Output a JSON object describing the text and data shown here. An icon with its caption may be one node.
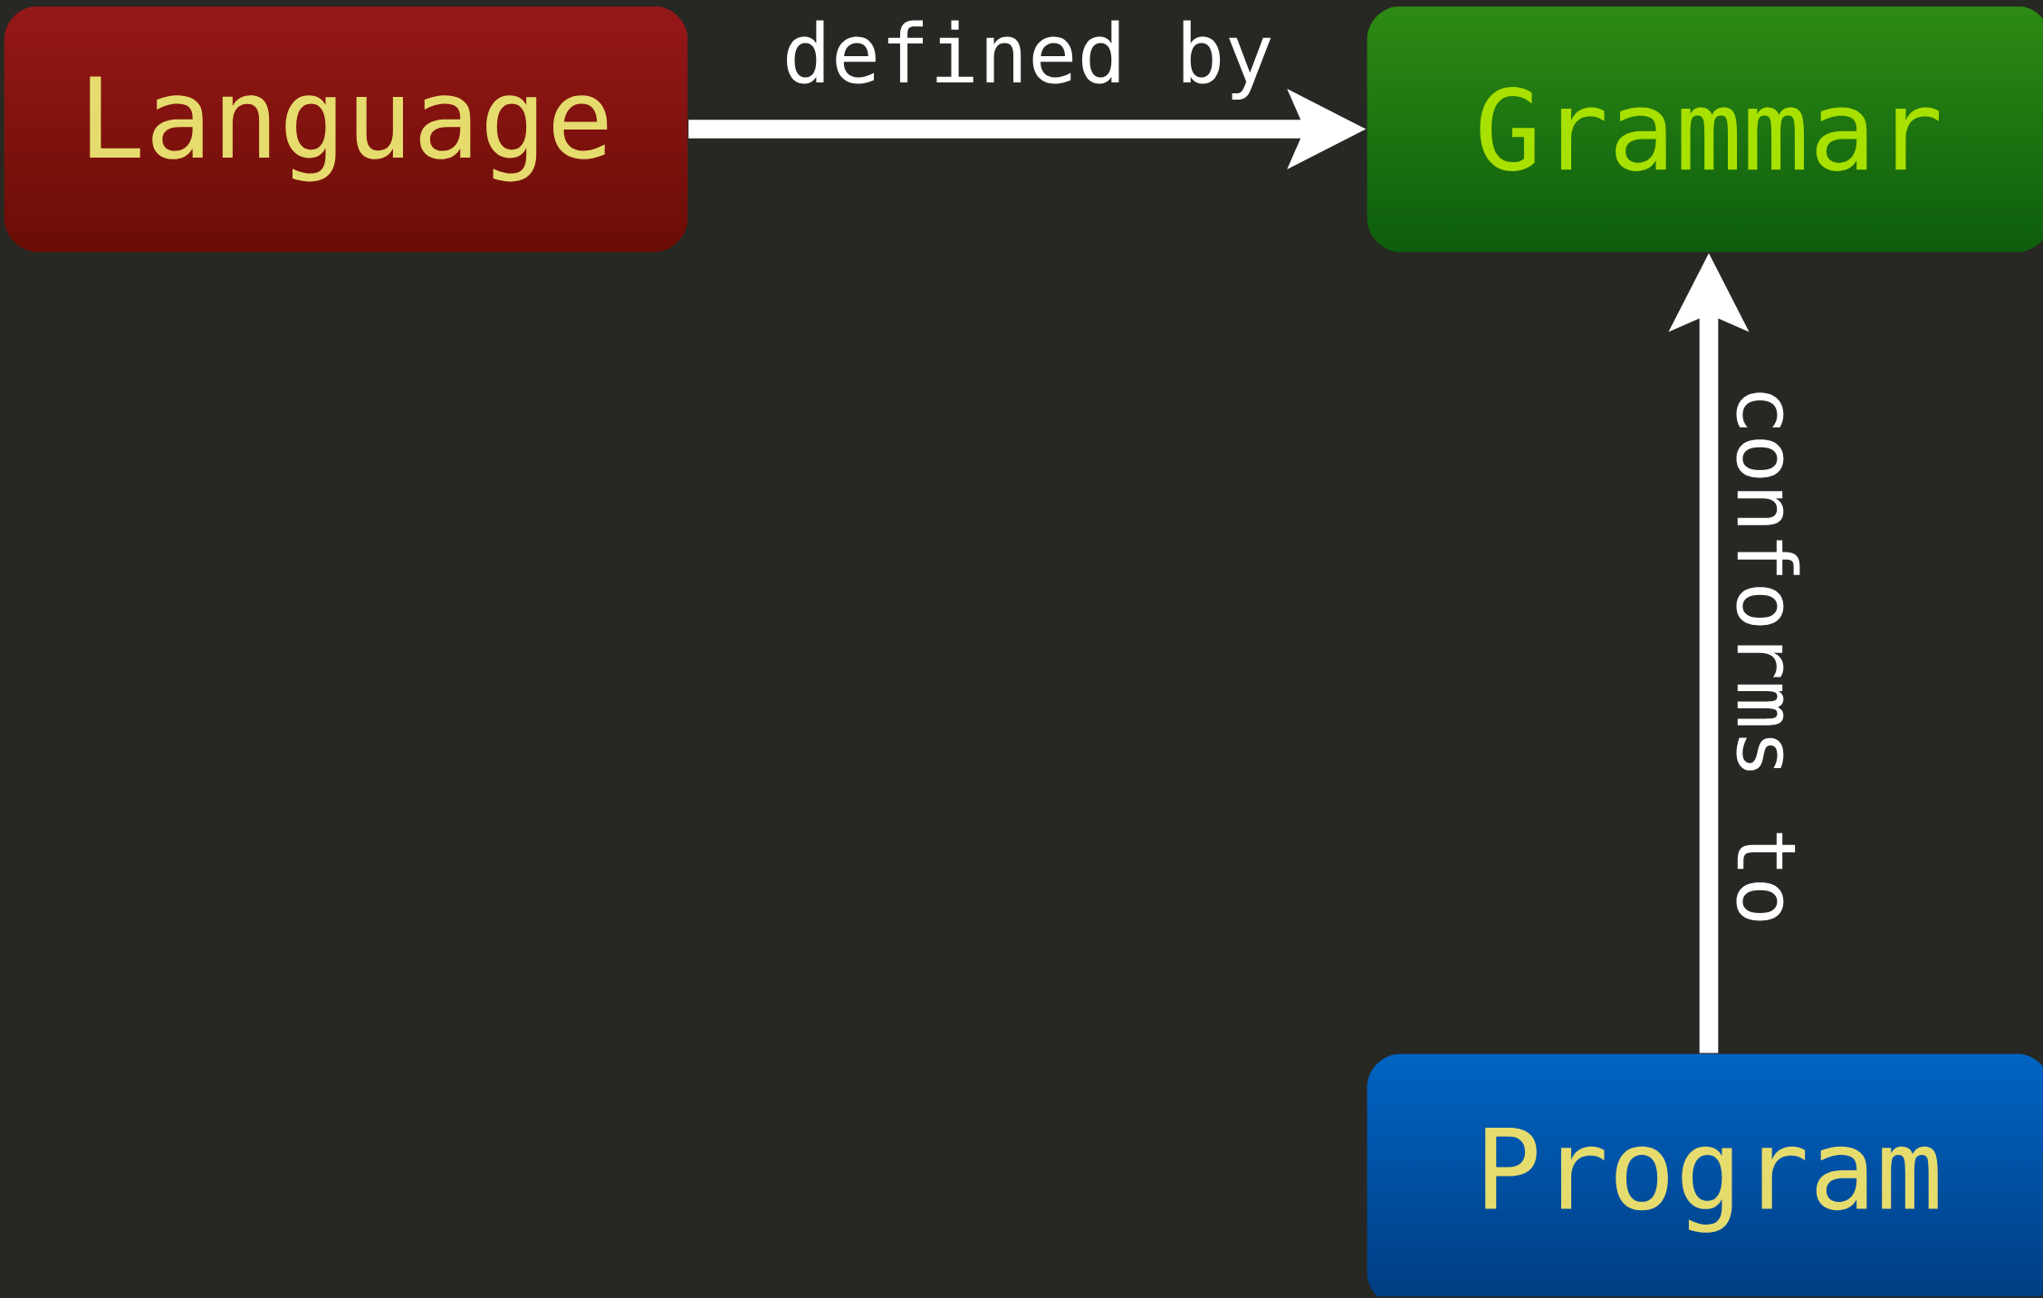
{
  "diagram": {
    "nodes": [
      {
        "text": [
          "Language"
        ]
      },
      {
        "text": [
          "Grammar"
        ]
      },
      {
        "text": [
          "Program"
        ]
      }
    ],
    "edges": [
      {
        "from": 0,
        "to": 1,
        "arrow": "to",
        "label": "defined by"
      },
      {
        "from": 2,
        "to": 1,
        "arrow": "to",
        "label": "conforms to"
      }
    ]
  }
}
